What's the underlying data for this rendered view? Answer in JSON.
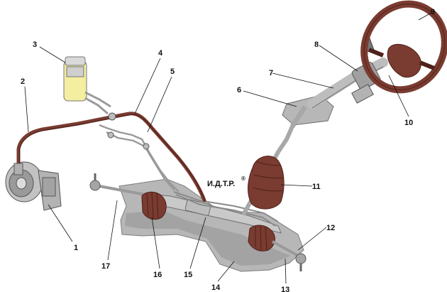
{
  "watermark": "И.Д.Т.Р.",
  "watermark_mark": "®",
  "callouts": [
    {
      "id": "1",
      "label": "1"
    },
    {
      "id": "2",
      "label": "2"
    },
    {
      "id": "3",
      "label": "3"
    },
    {
      "id": "4",
      "label": "4"
    },
    {
      "id": "5",
      "label": "5"
    },
    {
      "id": "6",
      "label": "6"
    },
    {
      "id": "7",
      "label": "7"
    },
    {
      "id": "8",
      "label": "8"
    },
    {
      "id": "9",
      "label": "9"
    },
    {
      "id": "10",
      "label": "10"
    },
    {
      "id": "11",
      "label": "11"
    },
    {
      "id": "12",
      "label": "12"
    },
    {
      "id": "13",
      "label": "13"
    },
    {
      "id": "14",
      "label": "14"
    },
    {
      "id": "15",
      "label": "15"
    },
    {
      "id": "16",
      "label": "16"
    },
    {
      "id": "17",
      "label": "17"
    }
  ],
  "colors": {
    "rubber": "#7a3b30",
    "rubber_dark": "#4e221b",
    "metal": "#c9c9c9",
    "metal_dark": "#8a8a8a",
    "crossmember": "#b7b7b7",
    "reservoir": "#f3eea0"
  }
}
